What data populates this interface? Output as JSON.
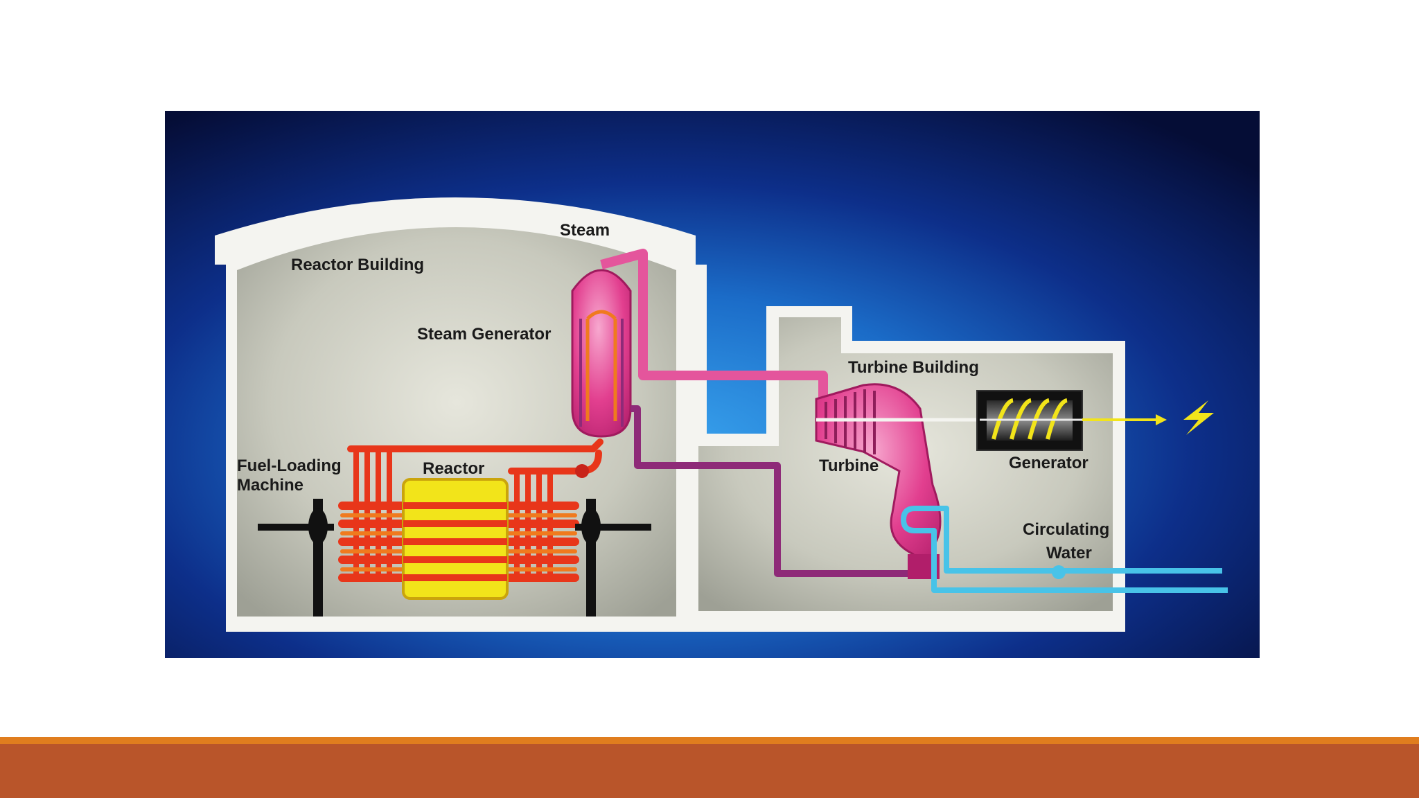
{
  "diagram": {
    "labels": {
      "steam": "Steam",
      "reactor_building": "Reactor Building",
      "steam_generator": "Steam Generator",
      "turbine_building": "Turbine Building",
      "fuel_loading_line1": "Fuel-Loading",
      "fuel_loading_line2": "Machine",
      "reactor": "Reactor",
      "turbine": "Turbine",
      "generator": "Generator",
      "circulating_line1": "Circulating",
      "circulating_line2": "Water"
    },
    "icons": {
      "electricity": "lightning-bolt-icon"
    },
    "colors": {
      "background": "#0a1a5e",
      "glow": "#1e7bd6",
      "building_fill": "#c9cbbf",
      "wall": "#f4f4f0",
      "steam_pipe": "#e4559c",
      "return_pipe": "#8e2a78",
      "reactor_core": "#f2e41a",
      "coolant_pipes": "#e8361a",
      "cooling_water": "#48c3e8",
      "turbine": "#e23f8f",
      "footer_band": "#b9552a",
      "footer_accent": "#e07d1e"
    }
  }
}
